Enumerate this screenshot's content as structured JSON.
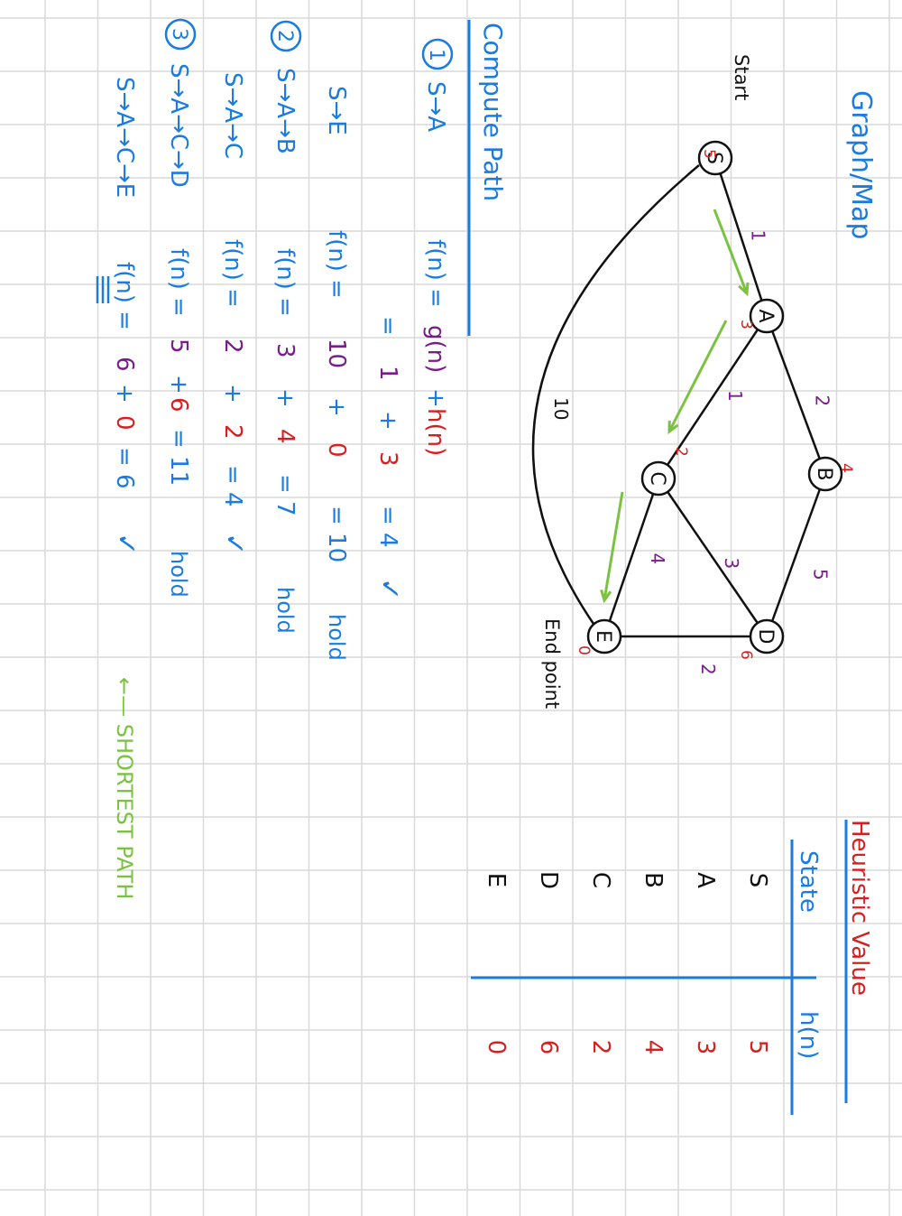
{
  "colors": {
    "grid": "#d9d9d9",
    "ink": "#111111",
    "blue": "#1a7be0",
    "red": "#d81f1f",
    "purple": "#7a1c8c",
    "green": "#7cc242"
  },
  "graph": {
    "title": "Graph/Map",
    "start_label": "Start",
    "end_label": "End point",
    "nodes": [
      {
        "id": "S",
        "label": "S",
        "h": "5"
      },
      {
        "id": "A",
        "label": "A",
        "h": "3"
      },
      {
        "id": "B",
        "label": "B",
        "h": "4"
      },
      {
        "id": "C",
        "label": "C",
        "h": "2"
      },
      {
        "id": "D",
        "label": "D",
        "h": "6"
      },
      {
        "id": "E",
        "label": "E",
        "h": "0"
      }
    ],
    "edges": [
      {
        "from": "S",
        "to": "A",
        "w": "1"
      },
      {
        "from": "A",
        "to": "B",
        "w": "2"
      },
      {
        "from": "A",
        "to": "C",
        "w": "1"
      },
      {
        "from": "B",
        "to": "D",
        "w": "5"
      },
      {
        "from": "C",
        "to": "D",
        "w": "3"
      },
      {
        "from": "C",
        "to": "E",
        "w": "4"
      },
      {
        "from": "D",
        "to": "E",
        "w": "2"
      },
      {
        "from": "S",
        "to": "E",
        "w": "10"
      }
    ]
  },
  "heuristic": {
    "title": "Heuristic Value",
    "col_state": "State",
    "col_h": "h(n)",
    "rows": [
      {
        "state": "S",
        "h": "5"
      },
      {
        "state": "A",
        "h": "3"
      },
      {
        "state": "B",
        "h": "4"
      },
      {
        "state": "C",
        "h": "2"
      },
      {
        "state": "D",
        "h": "6"
      },
      {
        "state": "E",
        "h": "0"
      }
    ]
  },
  "compute": {
    "title": "Compute Path",
    "step1": {
      "num": "1",
      "path": "S→A",
      "f_lhs": "f(n) =",
      "g": "g(n)",
      "plus": "+",
      "h": "h(n)",
      "eq2": "=",
      "gv": "1",
      "hv": "3",
      "res": "= 4",
      "check": "✓"
    },
    "step1b": {
      "path": "S→E",
      "f": "f(n) =",
      "g": "10",
      "plus": "+",
      "h": "0",
      "res": "= 10",
      "note": "hold"
    },
    "step2": {
      "num": "2",
      "path": "S→A→B",
      "f": "f(n) =",
      "g": "3",
      "plus": "+",
      "h": "4",
      "res": "= 7",
      "note": "hold"
    },
    "step2b": {
      "path": "S→A→C",
      "f": "f(n) =",
      "g": "2",
      "plus": "+",
      "h": "2",
      "res": "= 4",
      "check": "✓"
    },
    "step3": {
      "num": "3",
      "path": "S→A→C→D",
      "f": "f(n) =",
      "g": "5",
      "plus": "+",
      "h": "6",
      "res": "= 11",
      "note": "hold"
    },
    "step3b": {
      "path": "S→A→C→E",
      "f": "f(n) =",
      "g": "6",
      "plus": "+",
      "h": "0",
      "res": "= 6",
      "check": "✓"
    },
    "shortest": "←— SHORTEST PATH"
  }
}
